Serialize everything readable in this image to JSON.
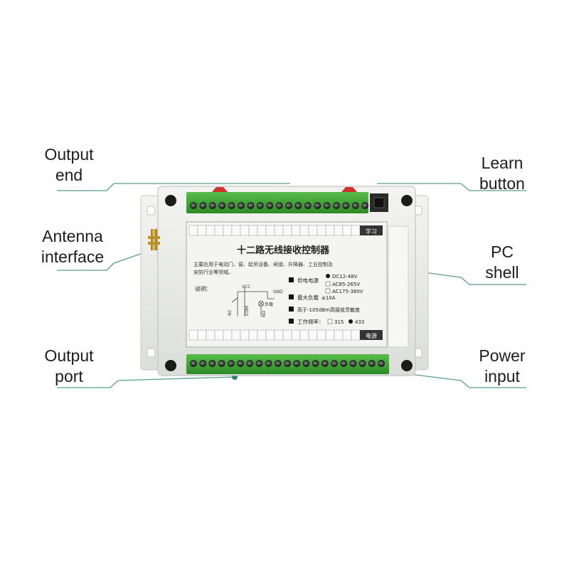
{
  "callouts": {
    "output_end": "Output\nend",
    "learn_button": "Learn\nbutton",
    "antenna_interface": "Antenna\ninterface",
    "pc_shell": "PC\nshell",
    "output_port": "Output\nport",
    "power_input": "Power\ninput"
  },
  "label": {
    "title": "十二路无线接收控制器",
    "description_line1": "主要应用于电动门、窗、起吊设备、闸道、升降器、工业控制及",
    "description_line2": "安防行业等领域。",
    "explain": "说明：",
    "vcc": "VCC",
    "gnd": "GND",
    "load": "负载",
    "nc": "NC",
    "com": "COM",
    "no": "NO",
    "supply_label": "供电电源",
    "supply_opt1": "DC12-48V",
    "supply_opt2": "AC85-265V",
    "supply_opt3": "AC175-380V",
    "max_load_label": "最大负载",
    "max_load_value": "≤10A",
    "sensitivity": "高于-105dBm高接收灵敏度",
    "freq_label": "工作频率：",
    "freq_opt1": "315",
    "freq_opt2": "433",
    "learn_tag": "学习",
    "power_tag": "电源"
  },
  "colors": {
    "terminal_green": "#3fa535",
    "shell": "#e9eae7",
    "callout_line": "#5a9e8c",
    "screw": "#2a2e2a"
  },
  "icons": {
    "antenna": "antenna-icon",
    "learn_button": "learn-button-icon",
    "mount_hole": "mount-hole-icon"
  }
}
